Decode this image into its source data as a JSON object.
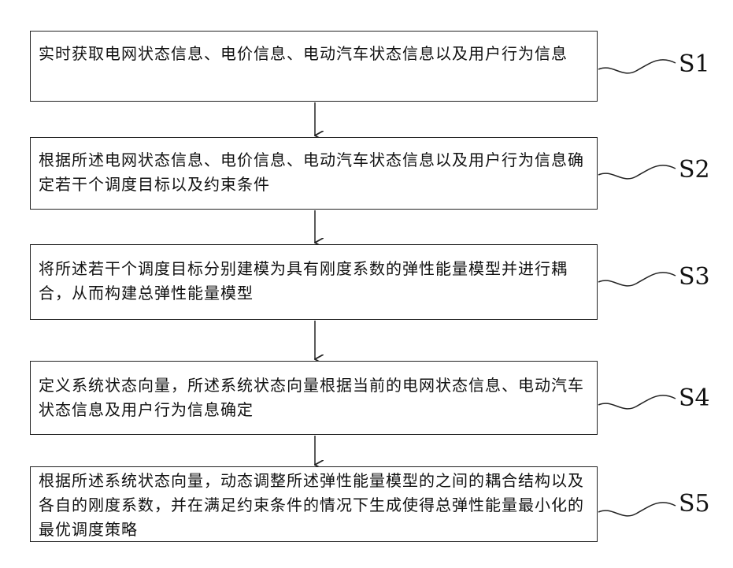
{
  "steps": [
    {
      "label": "S1",
      "text": "实时获取电网状态信息、电价信息、电动汽车状态信息以及用户行为信息"
    },
    {
      "label": "S2",
      "text": "根据所述电网状态信息、电价信息、电动汽车状态信息以及用户行为信息确定若干个调度目标以及约束条件"
    },
    {
      "label": "S3",
      "text": "将所述若干个调度目标分别建模为具有刚度系数的弹性能量模型并进行耦合，从而构建总弹性能量模型"
    },
    {
      "label": "S4",
      "text": "定义系统状态向量，所述系统状态向量根据当前的电网状态信息、电动汽车状态信息及用户行为信息确定"
    },
    {
      "label": "S5",
      "text": "根据所述系统状态向量，动态调整所述弹性能量模型的之间的耦合结构以及各自的刚度系数，并在满足约束条件的情况下生成使得总弹性能量最小化的最优调度策略"
    }
  ]
}
